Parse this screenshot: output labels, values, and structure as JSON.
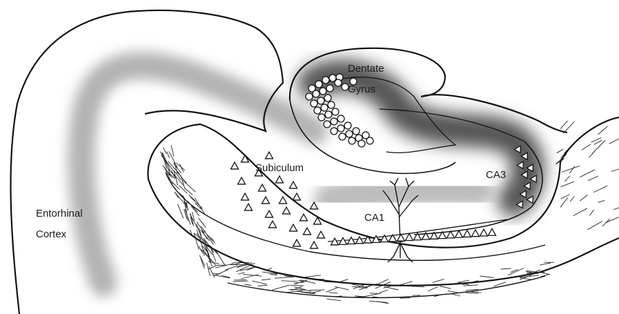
{
  "diagram": {
    "labels": {
      "dentate_line1": "Dentate",
      "dentate_line2": "Gyrus",
      "subiculum": "Subiculum",
      "ca3": "CA3",
      "ca1": "CA1",
      "entorhinal_line1": "Entorhinal",
      "entorhinal_line2": "Cortex"
    },
    "colors": {
      "outline": "#111111",
      "light_shading": "#b3b3b3",
      "dark_shading": "#555555",
      "background": "#ffffff"
    },
    "cell_shapes": {
      "dentate_granule_cells": "small-circle",
      "pyramidal_cells": "triangle-outline"
    }
  }
}
